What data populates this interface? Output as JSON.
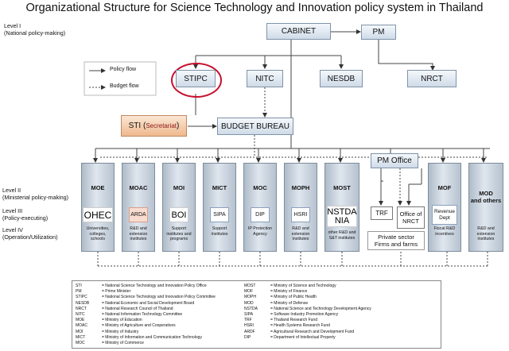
{
  "title": "Organizational Structure for Science Technology and Innovation policy system in Thailand",
  "levels": {
    "l1_a": "Level I",
    "l1_b": "(National policy-making)",
    "l2_a": "Level II",
    "l2_b": "(Ministerial policy-making)",
    "l3_a": "Level III",
    "l3_b": "(Policy-executing)",
    "l4_a": "Level IV",
    "l4_b": "(Operation/Utilization)"
  },
  "flow_legend": {
    "policy": "Policy flow",
    "budget": "Budget flow"
  },
  "top_nodes": {
    "cabinet": "CABINET",
    "pm": "PM",
    "stipc": "STIPC",
    "nitc": "NITC",
    "nesdb": "NESDB",
    "nrct": "NRCT",
    "sti_a": "STI (",
    "sti_b": "Secretariat",
    "sti_c": ")",
    "budget": "BUDGET BUREAU",
    "pm_office": "PM Office"
  },
  "highlight_color": "#c8102e",
  "ministries": [
    {
      "label": "MOE",
      "inner": "OHEC",
      "desc": "Universities, colleges, schools"
    },
    {
      "label": "MOAC",
      "inner": "ARDA",
      "desc": "R&D and extension institutes"
    },
    {
      "label": "MOI",
      "inner": "BOI",
      "desc": "Support institutes and programs"
    },
    {
      "label": "MICT",
      "inner": "SIPA",
      "desc": "Support institutes"
    },
    {
      "label": "MOC",
      "inner": "DIP",
      "desc": "IP Protection Agency"
    },
    {
      "label": "MOPH",
      "inner": "HSRI",
      "desc": "R&D and extension institutes"
    },
    {
      "label": "MOST",
      "inner_a": "NSTDA",
      "inner_b": "NIA",
      "desc": "other R&D and S&T institutes"
    },
    {
      "label": "MOF",
      "inner_a": "Revenue",
      "inner_b": "Dept",
      "desc": "Fiscal R&D incentives"
    },
    {
      "label_a": "MOD",
      "label_b": "and others",
      "desc": "R&D and extension institutes"
    }
  ],
  "pm_units": {
    "trf": "TRF",
    "nrct_a": "Office of",
    "nrct_b": "NRCT",
    "private_a": "Private sector",
    "private_b": "Firms and farms"
  },
  "abbrev_left": [
    {
      "k": "STI",
      "v": "= National Science Technology and Innovation Policy Office"
    },
    {
      "k": "PM",
      "v": "= Prime Minister"
    },
    {
      "k": "STIPC",
      "v": "= National Science Technology and Innovation Policy Committee"
    },
    {
      "k": "NESDB",
      "v": "= National Economic and Social Development Board"
    },
    {
      "k": "NRCT",
      "v": "= National Research Council of Thailand"
    },
    {
      "k": "NITC",
      "v": "= National Information Technology Committee"
    },
    {
      "k": "MOE",
      "v": "= Ministry of Education"
    },
    {
      "k": "MOAC",
      "v": "= Ministry of Agriculture and Cooperatives"
    },
    {
      "k": "MOI",
      "v": "= Ministry of Industry"
    },
    {
      "k": "MICT",
      "v": "= Ministry of Information and Communication Technology"
    },
    {
      "k": "MOC",
      "v": "= Ministry of Commerce"
    }
  ],
  "abbrev_right": [
    {
      "k": "MOST",
      "v": "= Ministry of Science and Technology"
    },
    {
      "k": "MOF",
      "v": "= Ministry of Finance"
    },
    {
      "k": "MOPH",
      "v": "= Ministry of Public Health"
    },
    {
      "k": "MOD",
      "v": "= Ministry of Defense"
    },
    {
      "k": "NSTDA",
      "v": "= National Science and Technology Development Agency"
    },
    {
      "k": "SIPA",
      "v": "= Software Industry Promotion Agency"
    },
    {
      "k": "TRF",
      "v": "= Thailand Research Fund"
    },
    {
      "k": "HSRI",
      "v": "= Health Systems Research Fund"
    },
    {
      "k": "ARDF",
      "v": "= Agricultural Research and Development Fund"
    },
    {
      "k": "DIP",
      "v": "= Department of Intellectual Property"
    }
  ]
}
